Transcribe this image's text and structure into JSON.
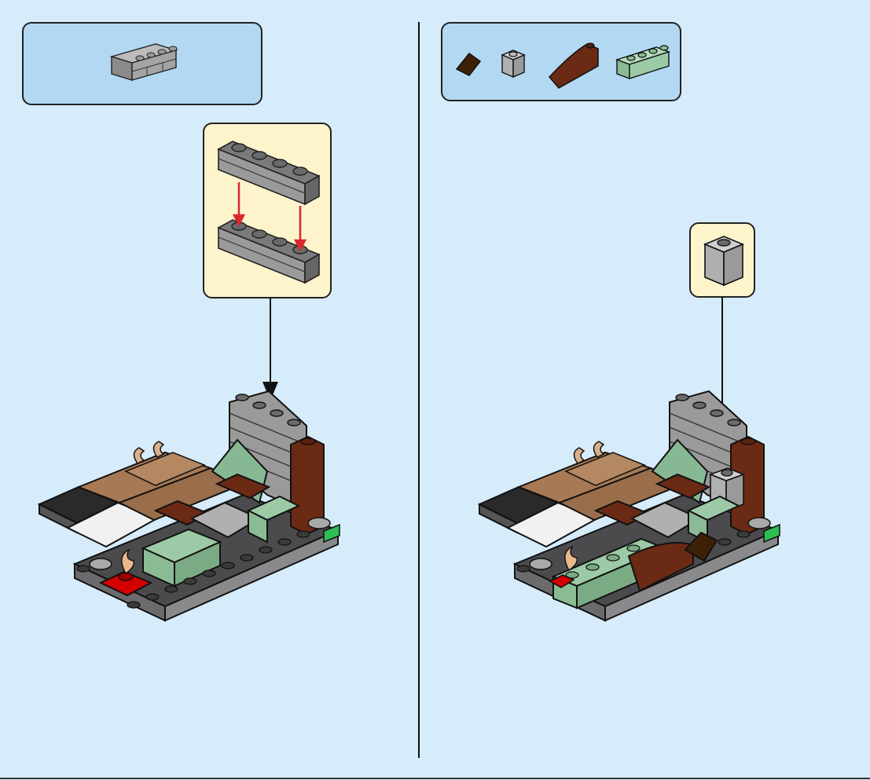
{
  "colors": {
    "background": "#d6ecfb",
    "parts_box": "#b3d9f2",
    "callout_yellow": "#fdf4cc",
    "arrow_red": "#d9272e",
    "dark_grey": "#5a5b5d",
    "light_grey": "#a9a9a9",
    "sand_green": "#9ccaa6",
    "reddish_brown": "#6b2a14",
    "dark_brown": "#3d2106",
    "medium_nougat": "#a77a55",
    "red": "#d40000",
    "bright_green": "#2ebd55",
    "white": "#f1f1f1",
    "black": "#2a2a2a"
  },
  "steps": [
    {
      "parts": [
        {
          "name": "dark-grey-masonry-brick-1x4-icon",
          "qty": 1
        }
      ]
    },
    {
      "parts": [
        {
          "name": "dark-brown-slope-icon",
          "qty": 1
        },
        {
          "name": "light-grey-brick-1x1-icon",
          "qty": 1
        },
        {
          "name": "reddish-brown-curved-slope-icon",
          "qty": 1
        },
        {
          "name": "sand-green-brick-1x4-icon",
          "qty": 1
        }
      ]
    }
  ]
}
